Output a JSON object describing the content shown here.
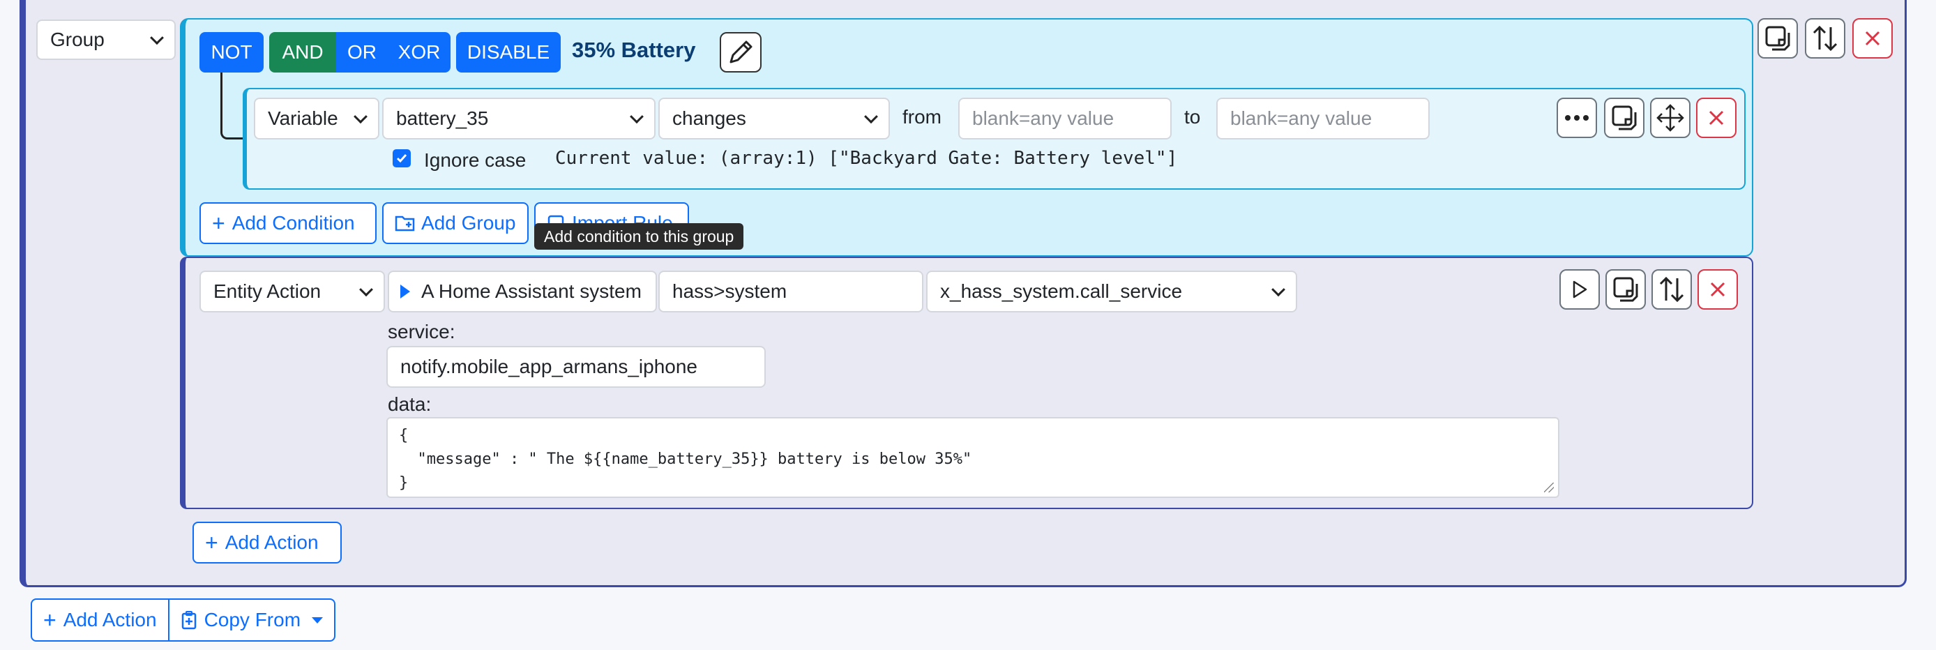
{
  "outer_group": {
    "type_select": "Group"
  },
  "condition_group": {
    "logic_buttons": [
      "NOT",
      "AND",
      "OR",
      "XOR",
      "DISABLE"
    ],
    "active_logic": "AND",
    "title": "35% Battery",
    "condition": {
      "type_select": "Variable",
      "variable_select": "battery_35",
      "operator_select": "changes",
      "from_label": "from",
      "from_placeholder": "blank=any value",
      "to_label": "to",
      "to_placeholder": "blank=any value",
      "ignore_case_label": "Ignore case",
      "ignore_case_checked": true,
      "current_value": "Current value: (array:1) [\"Backyard Gate: Battery level\"]"
    },
    "add_condition_label": "Add Condition",
    "add_group_label": "Add Group",
    "import_rule_label": "Import Rule",
    "tooltip": "Add condition to this group"
  },
  "action": {
    "type_select": "Entity Action",
    "entity_label": "A Home Assistant system",
    "entity_input": "hass>system",
    "service_select": "x_hass_system.call_service",
    "service_label": "service:",
    "service_value": "notify.mobile_app_armans_iphone",
    "data_label": "data:",
    "data_value": "{\n  \"message\" : \" The ${{name_battery_35}} battery is below 35%\"\n}"
  },
  "add_action_inner_label": "Add Action",
  "bottom": {
    "add_action_label": "Add Action",
    "copy_from_label": "Copy From"
  },
  "colors": {
    "primary": "#0d6efd",
    "success": "#198754",
    "danger": "#dc3545",
    "group_border": "#3b4aa8",
    "condition_border": "#16a3d8"
  }
}
